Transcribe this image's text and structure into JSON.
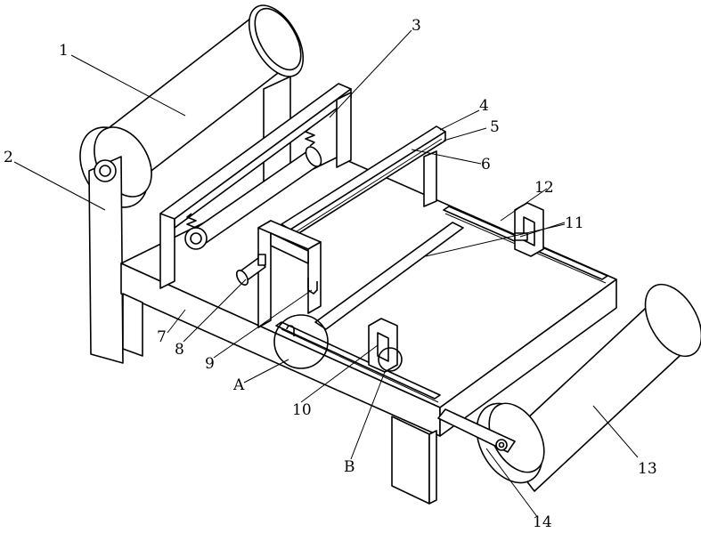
{
  "callouts": {
    "c1": "1",
    "c2": "2",
    "c3": "3",
    "c4": "4",
    "c5": "5",
    "c6": "6",
    "c7": "7",
    "c8": "8",
    "c9": "9",
    "c10": "10",
    "c11": "11",
    "c12": "12",
    "c13": "13",
    "c14": "14",
    "cA": "A",
    "cB": "B"
  }
}
